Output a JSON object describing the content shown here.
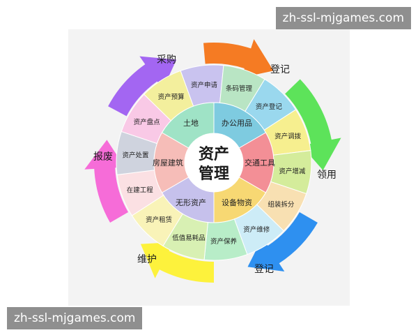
{
  "center": {
    "line1": "资产",
    "line2": "管理"
  },
  "inner_ring": [
    {
      "label": "办公用品",
      "color": "#7ecbe0"
    },
    {
      "label": "交通工具",
      "color": "#f38f96"
    },
    {
      "label": "设备物资",
      "color": "#f7d873"
    },
    {
      "label": "无形资产",
      "color": "#c6c1ec"
    },
    {
      "label": "房屋建筑",
      "color": "#f6bdb8"
    },
    {
      "label": "土地",
      "color": "#9fe3c6"
    }
  ],
  "outer_ring": [
    {
      "label": "资产申请",
      "color": "#c9c3ef"
    },
    {
      "label": "条码管理",
      "color": "#b9e5c4"
    },
    {
      "label": "资产登记",
      "color": "#9ad8ee"
    },
    {
      "label": "资产调拨",
      "color": "#f6ef8f"
    },
    {
      "label": "资产增减",
      "color": "#d4ec9b"
    },
    {
      "label": "组装拆分",
      "color": "#f8e0b2"
    },
    {
      "label": "资产维修",
      "color": "#cdecf7"
    },
    {
      "label": "资产保养",
      "color": "#b8edc8"
    },
    {
      "label": "低值易耗品",
      "color": "#d8f0b3"
    },
    {
      "label": "资产租赁",
      "color": "#f9f3b8"
    },
    {
      "label": "在建工程",
      "color": "#fbe0e3"
    },
    {
      "label": "资产处置",
      "color": "#cfd3de"
    },
    {
      "label": "资产盘点",
      "color": "#f9c9e6"
    },
    {
      "label": "资产预算",
      "color": "#f3ef9d"
    }
  ],
  "cycle": [
    {
      "label": "登记",
      "color": "#f57b23"
    },
    {
      "label": "领用",
      "color": "#5de35a"
    },
    {
      "label": "登记",
      "color": "#2e90f0"
    },
    {
      "label": "维护",
      "color": "#fdf23c"
    },
    {
      "label": "报废",
      "color": "#f66cd8"
    },
    {
      "label": "采购",
      "color": "#a366f2"
    }
  ],
  "watermarks": {
    "top": "zh-ssl-mjgames.com",
    "bottom": "zh-ssl-mjgames.com"
  }
}
